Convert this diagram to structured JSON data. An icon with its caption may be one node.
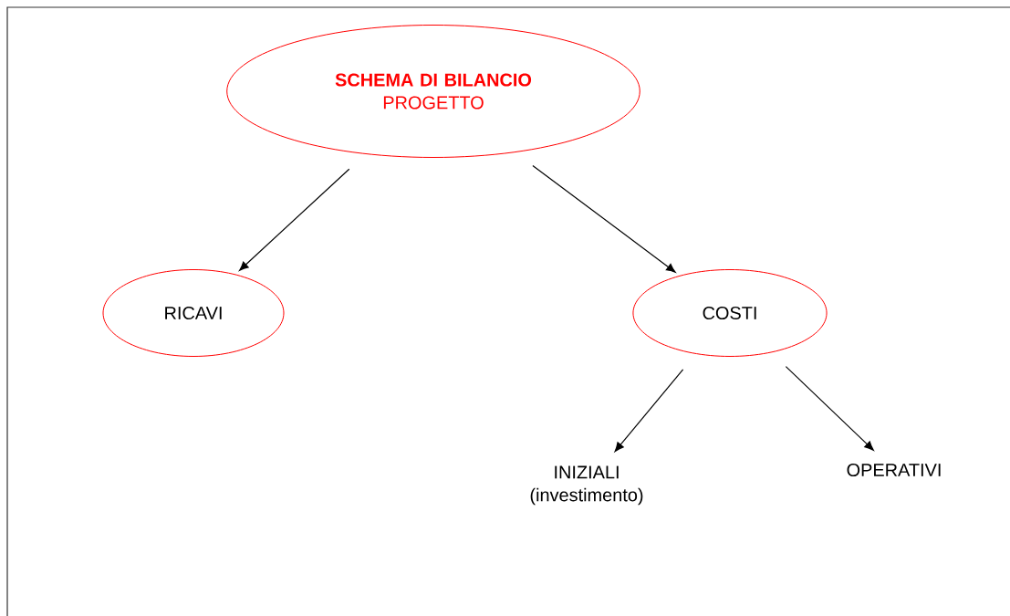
{
  "diagram": {
    "nodes": [
      {
        "text": [
          "SCHEMA DI BILANCIO",
          "PROGETTO"
        ]
      },
      {
        "text": [
          "RICAVI"
        ]
      },
      {
        "text": [
          "COSTI"
        ]
      },
      {
        "text": [
          "INIZIALI (investimento)"
        ]
      },
      {
        "text": [
          "OPERATIVI"
        ]
      }
    ],
    "edges": [
      {
        "from": 0,
        "to": 1,
        "arrow": "to"
      },
      {
        "from": 0,
        "to": 2,
        "arrow": "to"
      },
      {
        "from": 2,
        "to": 3,
        "arrow": "to"
      },
      {
        "from": 2,
        "to": 4,
        "arrow": "to"
      }
    ]
  }
}
